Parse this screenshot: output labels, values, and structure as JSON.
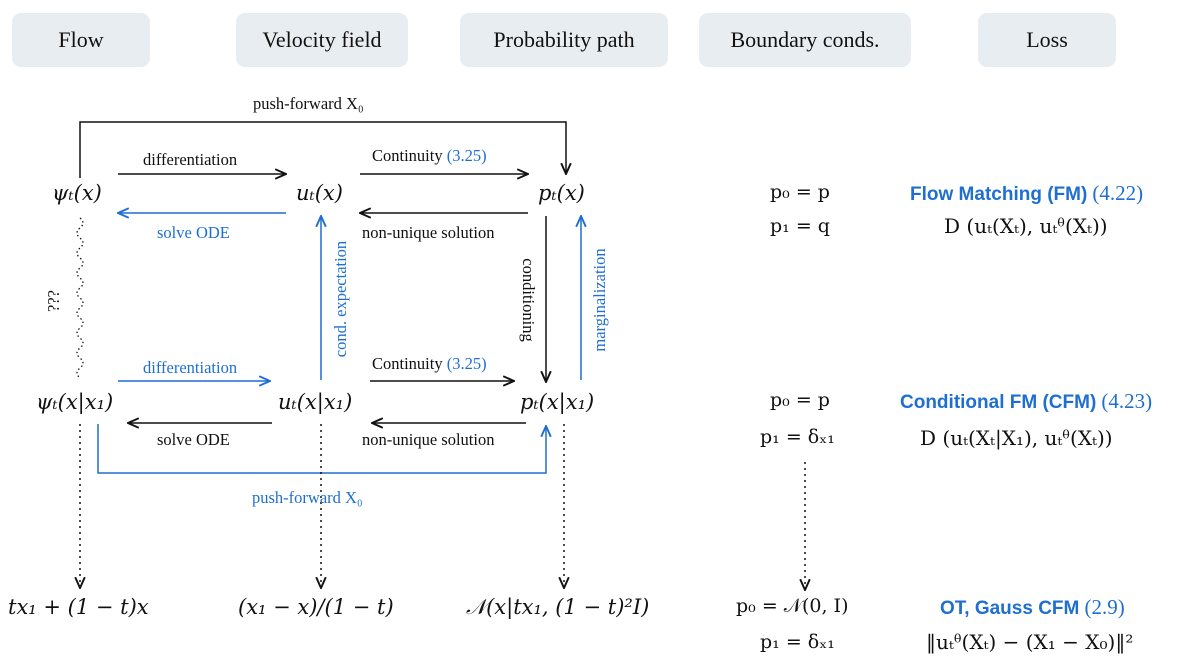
{
  "headers": [
    "Flow",
    "Velocity field",
    "Probability path",
    "Boundary conds.",
    "Loss"
  ],
  "nodes": {
    "psi_x": "ψₜ(x)",
    "u_x": "uₜ(x)",
    "p_x": "pₜ(x)",
    "psi_cond": "ψₜ(x|x₁)",
    "u_cond": "uₜ(x|x₁)",
    "p_cond": "pₜ(x|x₁)",
    "flow_ot": "tx₁ + (1 − t)x",
    "vel_ot": "(x₁ − x)/(1 − t)",
    "path_ot": "𝒩(x|tx₁, (1 − t)²I)"
  },
  "edges": {
    "push_forward_top": "push-forward X₀",
    "push_forward_bottom": "push-forward X₀",
    "differentiation_top": "differentiation",
    "differentiation_bottom": "differentiation",
    "solve_ode_top": "solve ODE",
    "solve_ode_bottom": "solve ODE",
    "continuity_top": "Continuity",
    "continuity_top_ref": "(3.25)",
    "continuity_bottom": "Continuity",
    "continuity_bottom_ref": "(3.25)",
    "non_unique_top": "non-unique solution",
    "non_unique_bottom": "non-unique solution",
    "conditioning": "conditioning",
    "marginalization": "marginalization",
    "cond_expectation": "cond. expectation",
    "unknown": "???"
  },
  "rows": [
    {
      "bc1": "p₀ = p",
      "bc2": "p₁ = q",
      "loss_name": "Flow Matching (FM)",
      "loss_ref": "(4.22)",
      "loss_expr": "D (uₜ(Xₜ), uₜᶿ(Xₜ))"
    },
    {
      "bc1": "p₀ = p",
      "bc2": "p₁ = δₓ₁",
      "loss_name": "Conditional FM (CFM)",
      "loss_ref": "(4.23)",
      "loss_expr": "D (uₜ(Xₜ|X₁), uₜᶿ(Xₜ))"
    },
    {
      "bc1": "p₀ = 𝒩(0, I)",
      "bc2": "p₁ = δₓ₁",
      "loss_name": "OT, Gauss CFM",
      "loss_ref": "(2.9)",
      "loss_expr": "‖uₜᶿ(Xₜ) − (X₁ − X₀)‖²"
    }
  ],
  "colors": {
    "blue": "#1f6fd1",
    "black": "#111111",
    "header_bg": "#e8edf1"
  }
}
